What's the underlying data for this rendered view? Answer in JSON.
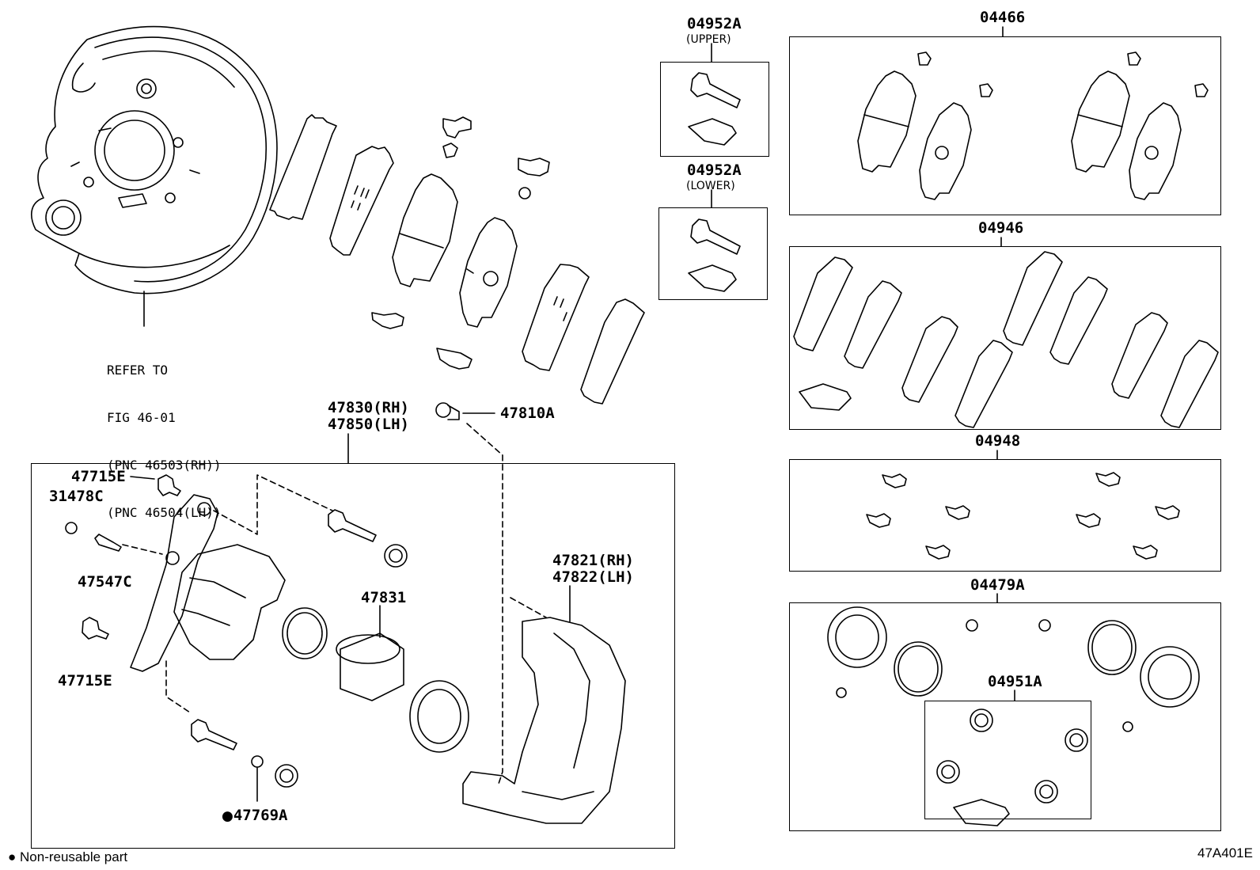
{
  "labels": {
    "kit_04952A_upper": "04952A",
    "upper": "(UPPER)",
    "kit_04952A_lower": "04952A",
    "lower": "(LOWER)",
    "kit_04466": "04466",
    "kit_04946": "04946",
    "kit_04948": "04948",
    "kit_04479A": "04479A",
    "kit_04951A": "04951A",
    "caliper_rh": "47830(RH)",
    "caliper_lh": "47850(LH)",
    "bleeder": "47810A",
    "bolt_top": "47715E",
    "cap": "31478C",
    "pin": "47547C",
    "bolt_bottom": "47715E",
    "piston": "47831",
    "mounting_rh": "47821(RH)",
    "mounting_lh": "47822(LH)",
    "seal": "47769A"
  },
  "refer": {
    "line1": "REFER TO",
    "line2": "FIG 46-01",
    "line3": "(PNC 46503(RH))",
    "line4": "(PNC 46504(LH))"
  },
  "legend": {
    "bullet": "●",
    "text": "Non-reusable part"
  },
  "figure_code": "47A401E"
}
